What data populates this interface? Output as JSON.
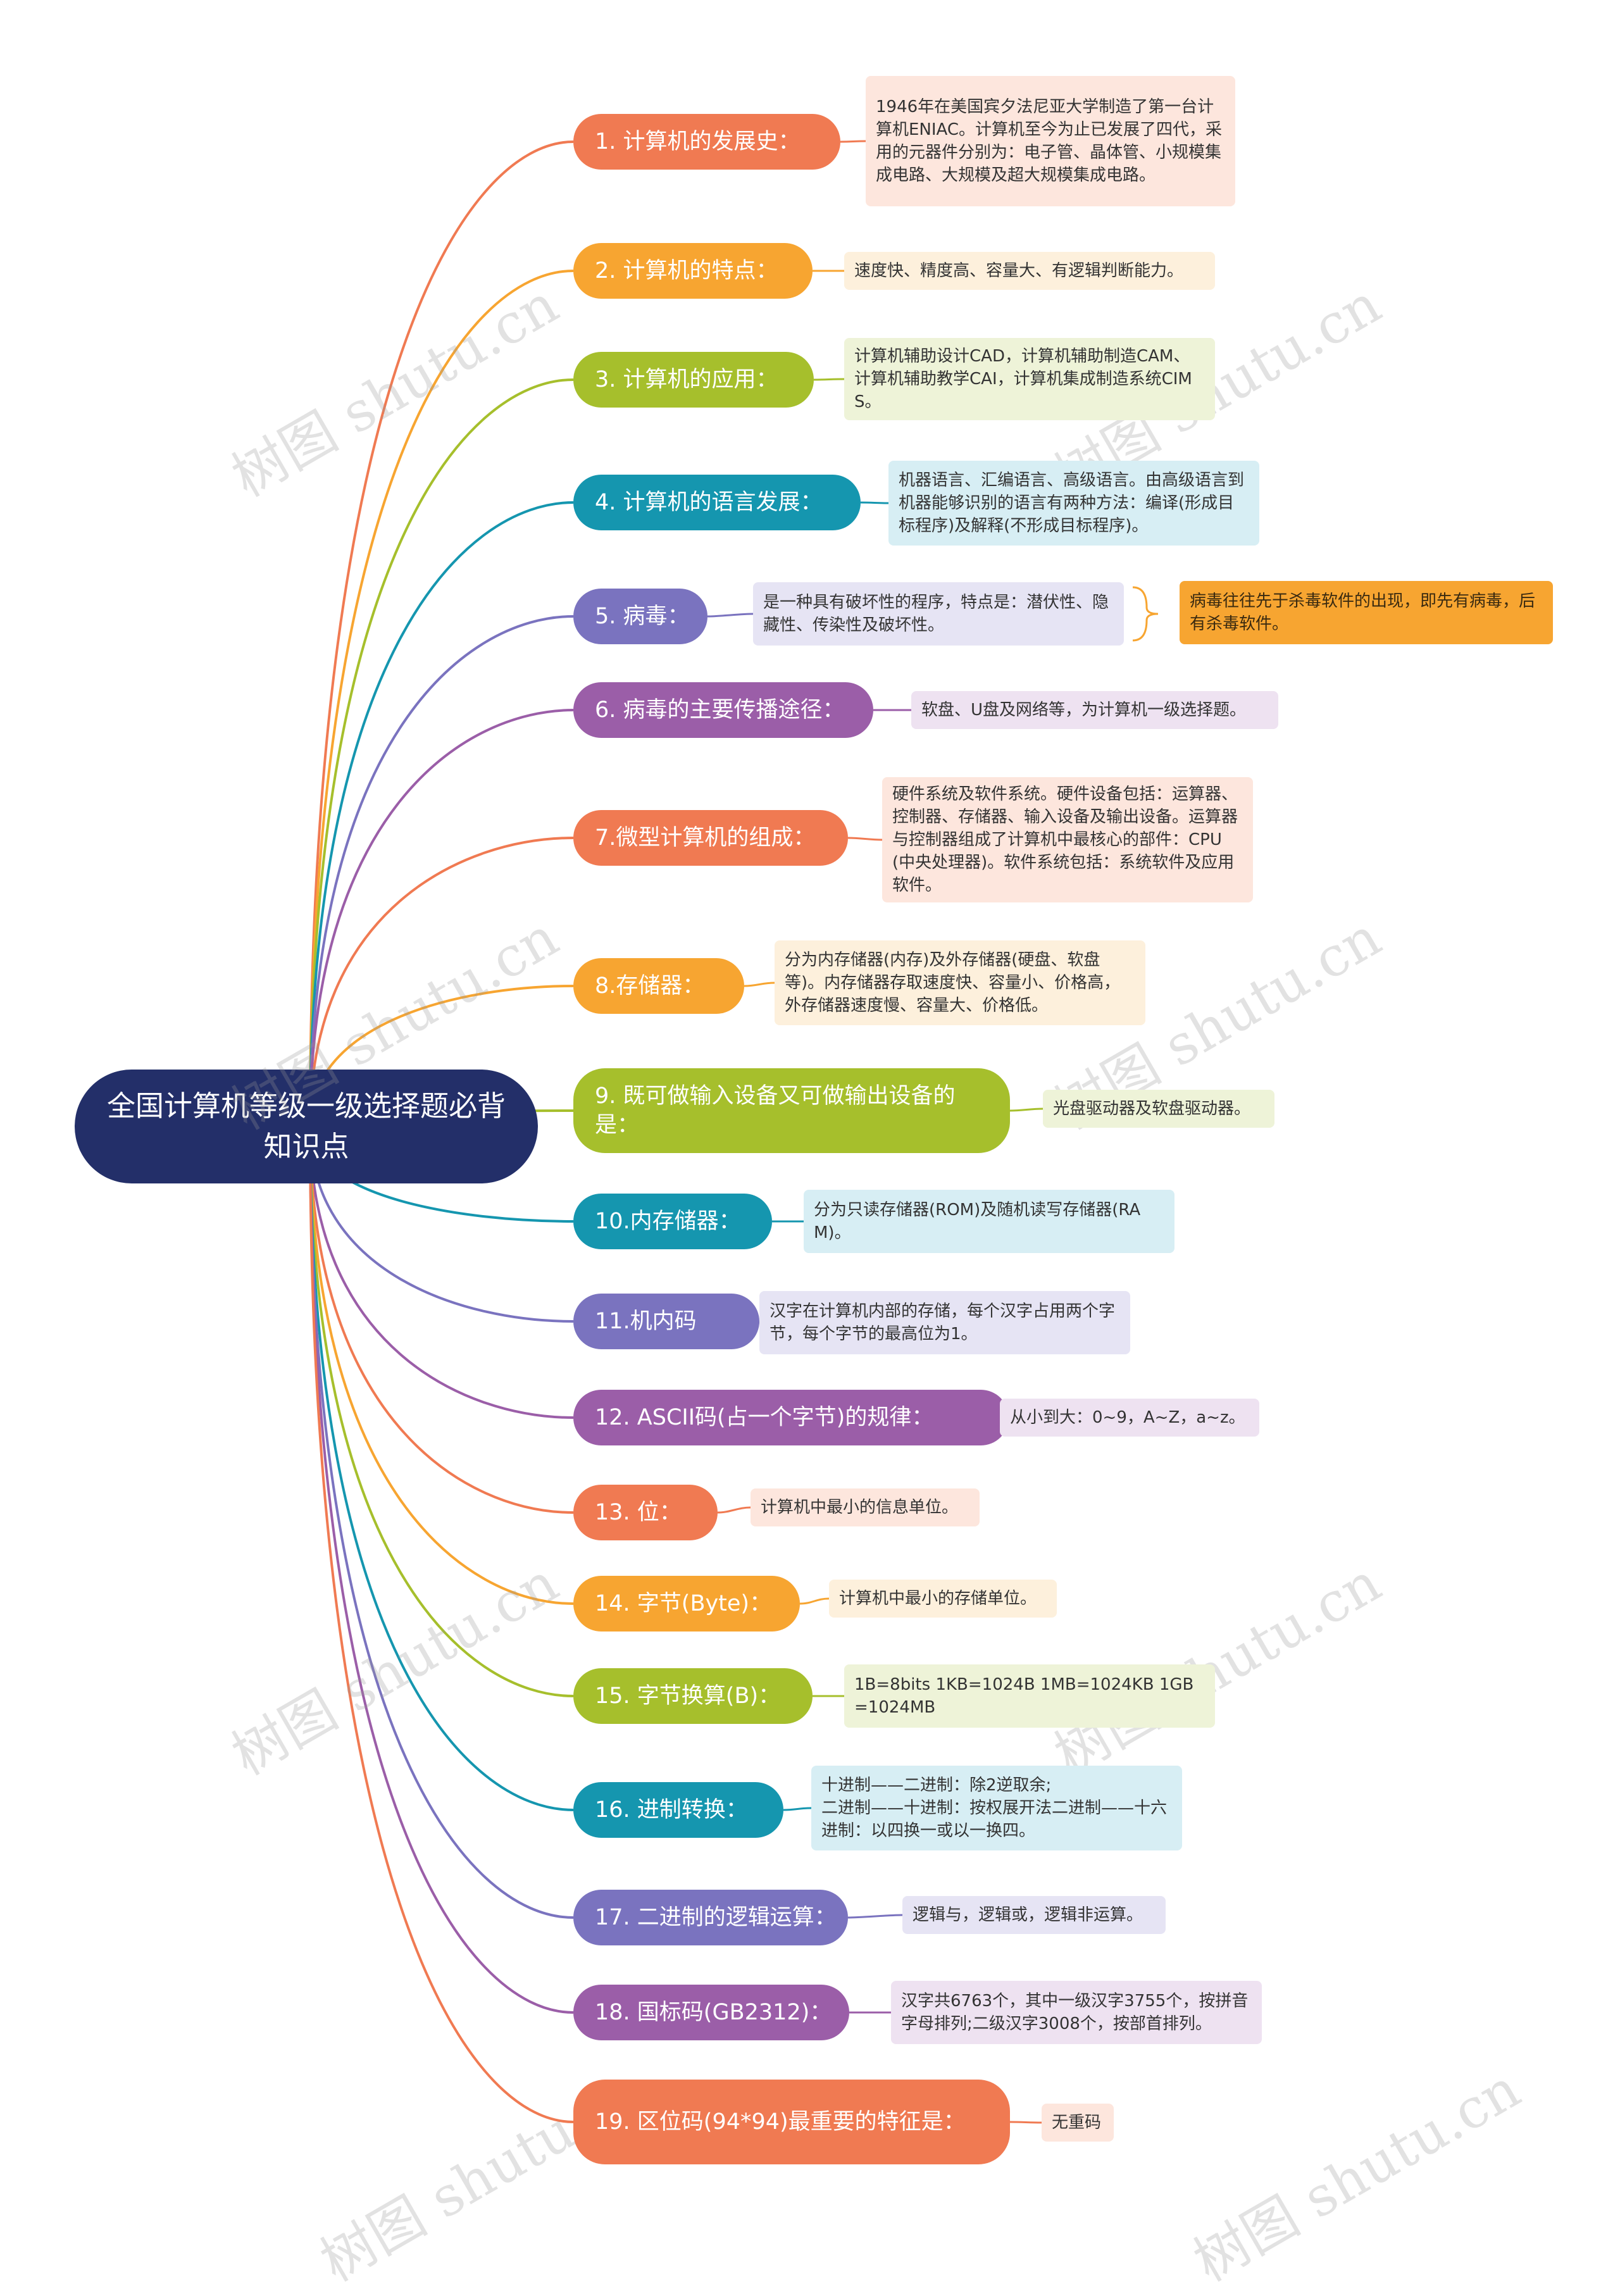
{
  "title": "全国计算机等级一级选择题必背知识点",
  "watermark": "树图 shutu.cn",
  "colors": {
    "center": "#232f69",
    "orange_red": "#f07a52",
    "orange": "#f7a531",
    "green": "#a6bf2c",
    "teal": "#1596af",
    "blue_purple": "#7a73bf",
    "purple": "#9b5ea8"
  },
  "topics": [
    {
      "label": "1. 计算机的发展史：",
      "color": "#f07a52",
      "note_bg": "#fde6dd",
      "note": "1946年在美国宾夕法尼亚大学制造了第一台计算机ENIAC。计算机至今为止已发展了四代，采用的元器件分别为：电子管、晶体管、小规模集成电路、大规模及超大规模集成电路。"
    },
    {
      "label": "2. 计算机的特点：",
      "color": "#f7a531",
      "note_bg": "#fdf0dc",
      "note": "速度快、精度高、容量大、有逻辑判断能力。"
    },
    {
      "label": "3. 计算机的应用：",
      "color": "#a6bf2c",
      "note_bg": "#eef3d8",
      "note": "计算机辅助设计CAD，计算机辅助制造CAM、计算机辅助教学CAI，计算机集成制造系统CIMS。"
    },
    {
      "label": "4. 计算机的语言发展：",
      "color": "#1596af",
      "note_bg": "#d7eef4",
      "note": "机器语言、汇编语言、高级语言。由高级语言到机器能够识别的语言有两种方法：编译(形成目标程序)及解释(不形成目标程序)。"
    },
    {
      "label": "5. 病毒：",
      "color": "#7a73bf",
      "note_bg": "#e6e4f4",
      "note": "是一种具有破坏性的程序，特点是：潜伏性、隐藏性、传染性及破坏性。",
      "subnote": "病毒往往先于杀毒软件的出现，即先有病毒，后有杀毒软件。",
      "subnote_bg": "#f7a531"
    },
    {
      "label": "6. 病毒的主要传播途径：",
      "color": "#9b5ea8",
      "note_bg": "#eee2f1",
      "note": "软盘、U盘及网络等，为计算机一级选择题。"
    },
    {
      "label": "7.微型计算机的组成：",
      "color": "#f07a52",
      "note_bg": "#fde6dd",
      "note": "硬件系统及软件系统。硬件设备包括：运算器、控制器、存储器、输入设备及输出设备。运算器与控制器组成了计算机中最核心的部件：CPU(中央处理器)。软件系统包括：系统软件及应用软件。"
    },
    {
      "label": "8.存储器：",
      "color": "#f7a531",
      "note_bg": "#fdf0dc",
      "note": "分为内存储器(内存)及外存储器(硬盘、软盘等)。内存储器存取速度快、容量小、价格高，外存储器速度慢、容量大、价格低。"
    },
    {
      "label": "9. 既可做输入设备又可做输出设备的是：",
      "color": "#a6bf2c",
      "note_bg": "#eef3d8",
      "note": "光盘驱动器及软盘驱动器。"
    },
    {
      "label": "10.内存储器：",
      "color": "#1596af",
      "note_bg": "#d7eef4",
      "note": "分为只读存储器(ROM)及随机读写存储器(RAM)。"
    },
    {
      "label": "11.机内码",
      "color": "#7a73bf",
      "note_bg": "#e6e4f4",
      "note": "汉字在计算机内部的存储，每个汉字占用两个字节，每个字节的最高位为1。"
    },
    {
      "label": "12. ASCII码(占一个字节)的规律：",
      "color": "#9b5ea8",
      "note_bg": "#eee2f1",
      "note": "从小到大：0~9，A~Z，a~z。"
    },
    {
      "label": "13. 位：",
      "color": "#f07a52",
      "note_bg": "#fde6dd",
      "note": "计算机中最小的信息单位。"
    },
    {
      "label": "14. 字节(Byte)：",
      "color": "#f7a531",
      "note_bg": "#fdf0dc",
      "note": "计算机中最小的存储单位。"
    },
    {
      "label": "15. 字节换算(B)：",
      "color": "#a6bf2c",
      "note_bg": "#eef3d8",
      "note": "1B=8bits 1KB=1024B 1MB=1024KB 1GB=1024MB"
    },
    {
      "label": "16. 进制转换：",
      "color": "#1596af",
      "note_bg": "#d7eef4",
      "note_lines": [
        "十进制——二进制：除2逆取余;",
        "二进制——十进制：按权展开法二进制——十六进制：以四换一或以一换四。"
      ]
    },
    {
      "label": "17. 二进制的逻辑运算：",
      "color": "#7a73bf",
      "note_bg": "#e6e4f4",
      "note": "逻辑与，逻辑或，逻辑非运算。"
    },
    {
      "label": "18. 国标码(GB2312)：",
      "color": "#9b5ea8",
      "note_bg": "#eee2f1",
      "note": "汉字共6763个，其中一级汉字3755个，按拼音字母排列;二级汉字3008个，按部首排列。"
    },
    {
      "label": "19. 区位码(94*94)最重要的特征是：",
      "color": "#f07a52",
      "note_bg": "#fde6dd",
      "note": "无重码"
    }
  ]
}
